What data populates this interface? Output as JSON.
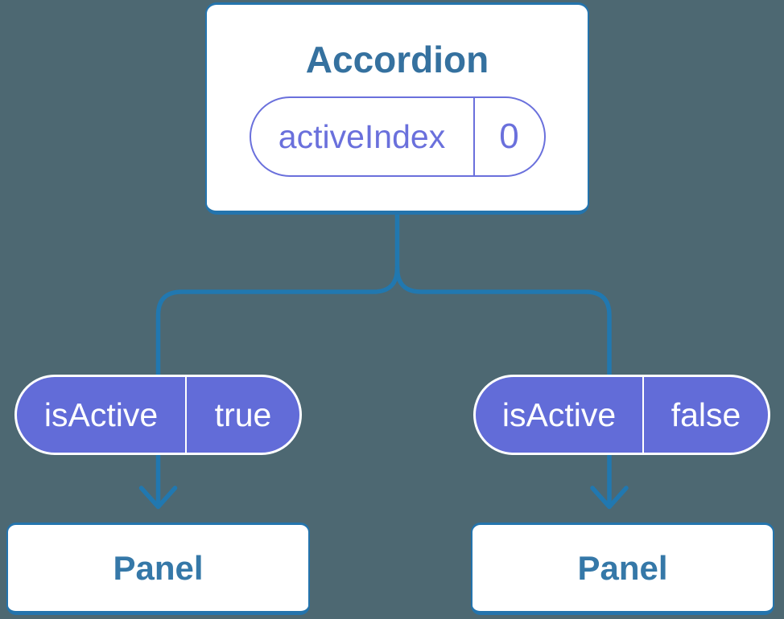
{
  "colors": {
    "background": "#4d6872",
    "line": "#2178b0",
    "card-border": "#2474ad",
    "card-text": "#35719f",
    "panel-text": "#3578a8",
    "purple": "#626cd8",
    "purple-dark": "#6a70dc"
  },
  "diagram": {
    "root": {
      "title": "Accordion",
      "state": {
        "name": "activeIndex",
        "value": "0"
      }
    },
    "children": [
      {
        "prop": {
          "name": "isActive",
          "value": "true"
        },
        "label": "Panel"
      },
      {
        "prop": {
          "name": "isActive",
          "value": "false"
        },
        "label": "Panel"
      }
    ]
  }
}
